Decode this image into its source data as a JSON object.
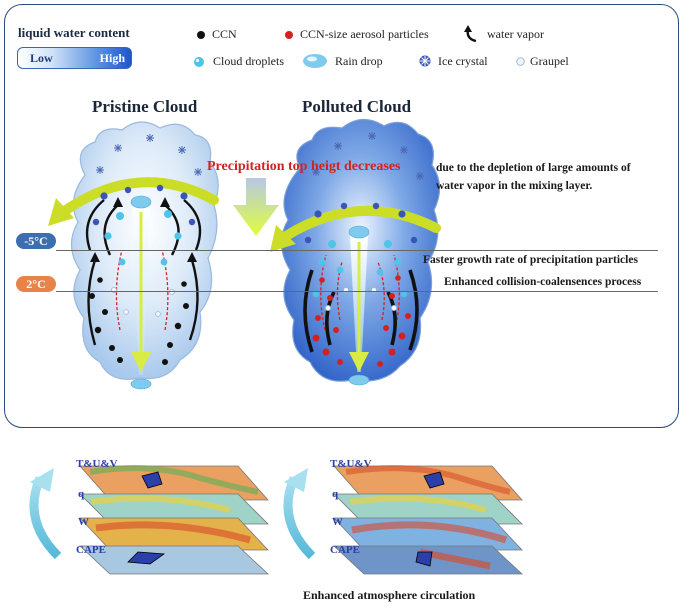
{
  "legend": {
    "lwc_title": "liquid water content",
    "lwc_low": "Low",
    "lwc_high": "High",
    "items": [
      {
        "label": "CCN",
        "icon": "ccn-dot-icon",
        "color": "#111111"
      },
      {
        "label": "CCN-size aerosol particles",
        "icon": "aerosol-dot-icon",
        "color": "#d62020"
      },
      {
        "label": "water vapor",
        "icon": "curved-arrow-icon",
        "color": "#111111"
      },
      {
        "label": "Cloud droplets",
        "icon": "cloud-droplet-icon",
        "color": "#4fc3e8"
      },
      {
        "label": "Rain drop",
        "icon": "rain-drop-icon",
        "color": "#7fcbee"
      },
      {
        "label": "Ice crystal",
        "icon": "ice-crystal-icon",
        "color": "#3a55b5"
      },
      {
        "label": "Graupel",
        "icon": "graupel-icon",
        "color": "#9fb8d8"
      }
    ]
  },
  "clouds": {
    "pristine_title": "Pristine Cloud",
    "polluted_title": "Polluted Cloud"
  },
  "annotations": {
    "precip_top": "Precipitation top heigt decreases",
    "depletion_line1": "due to the depletion of large amounts of",
    "depletion_line2": "water vapor in the mixing layer.",
    "growth_rate": "Faster growth rate of precipitation particles",
    "collision": "Enhanced collision-coalensences process"
  },
  "levels": [
    {
      "label": "-5°C",
      "color": "#3d6fb0"
    },
    {
      "label": "2°C",
      "color": "#e8844a"
    }
  ],
  "map_layers": [
    "T&U&V",
    "q",
    "W",
    "CAPE"
  ],
  "footer": "Enhanced atmosphere circulation"
}
